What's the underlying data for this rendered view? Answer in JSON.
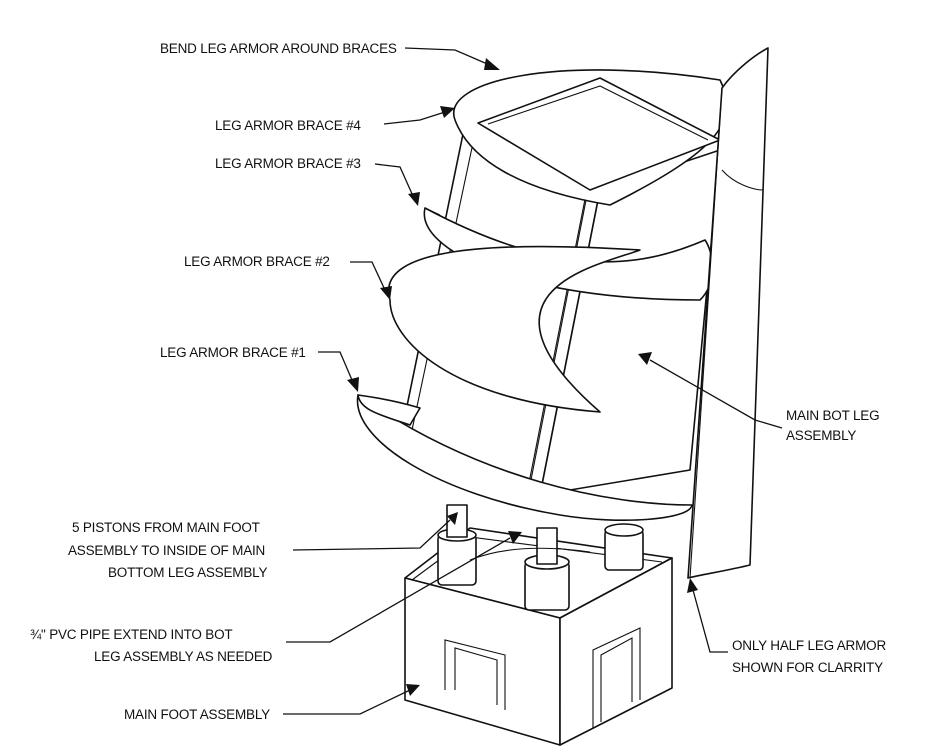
{
  "labels": {
    "bend_leg_armor": "BEND LEG ARMOR AROUND BRACES",
    "brace_4": "LEG ARMOR BRACE #4",
    "brace_3": "LEG ARMOR BRACE #3",
    "brace_2": "LEG ARMOR BRACE #2",
    "brace_1": "LEG ARMOR BRACE #1",
    "main_bot_leg_line1": "MAIN BOT LEG",
    "main_bot_leg_line2": "ASSEMBLY",
    "pistons_line1": "5 PISTONS FROM MAIN FOOT",
    "pistons_line2": "ASSEMBLY TO INSIDE OF MAIN",
    "pistons_line3": "BOTTOM LEG ASSEMBLY",
    "pvc_line1": "¾\" PVC PIPE EXTEND INTO BOT",
    "pvc_line2": "LEG ASSEMBLY AS NEEDED",
    "half_armor_line1": "ONLY HALF LEG ARMOR",
    "half_armor_line2": "SHOWN FOR CLARRITY",
    "main_foot": "MAIN FOOT ASSEMBLY"
  }
}
